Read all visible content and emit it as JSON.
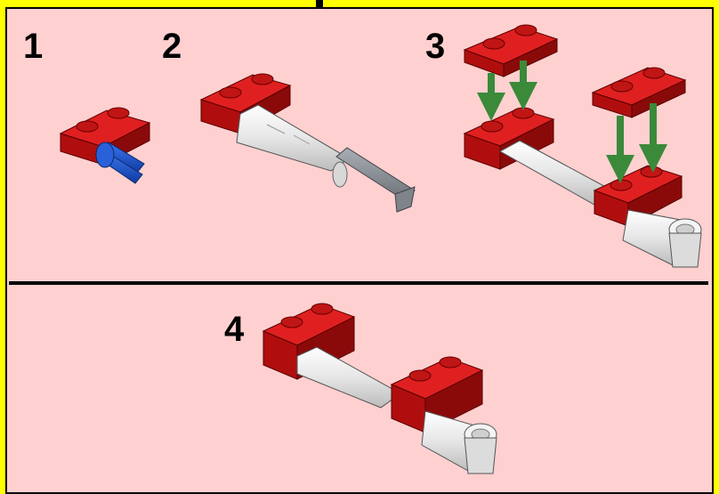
{
  "steps": [
    {
      "number": "1"
    },
    {
      "number": "2"
    },
    {
      "number": "3"
    },
    {
      "number": "4"
    }
  ],
  "colors": {
    "background": "#ffd0d0",
    "frame": "#ffff00",
    "brick_red": "#cc1010",
    "axle_blue": "#1a55d0",
    "arrow_green": "#3a8a3a",
    "connector_white": "#f2f2f2",
    "axle_grey": "#8a8f96"
  },
  "icons": {
    "arrow": "down-arrow-icon"
  }
}
